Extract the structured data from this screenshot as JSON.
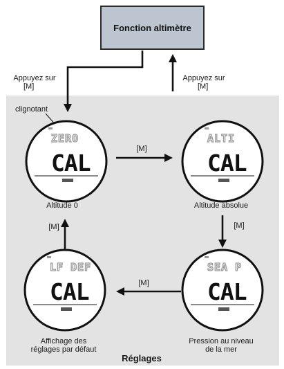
{
  "top_box": {
    "label": "Fonction altimètre"
  },
  "press_left": {
    "line1": "Appuyez sur",
    "line2": "[M]"
  },
  "press_right": {
    "line1": "Appuyez sur",
    "line2": "[M]"
  },
  "blink_label": "clignotant",
  "panel_title": "Réglages",
  "arrow_label": "[M]",
  "screens": [
    {
      "id": "zero",
      "top_text": "ZERO",
      "main_text": "CAL",
      "caption": [
        "Altitude 0"
      ]
    },
    {
      "id": "altitude",
      "top_text": "ALTI",
      "main_text": "CAL",
      "caption": [
        "Altitude absolue"
      ]
    },
    {
      "id": "sea",
      "top_text": "SEA P",
      "main_text": "CAL",
      "caption": [
        "Pression au niveau",
        "de la mer"
      ]
    },
    {
      "id": "default",
      "top_text": "LF DEF",
      "main_text": "CAL",
      "caption": [
        "Affichage des",
        "réglages par défaut"
      ]
    }
  ]
}
